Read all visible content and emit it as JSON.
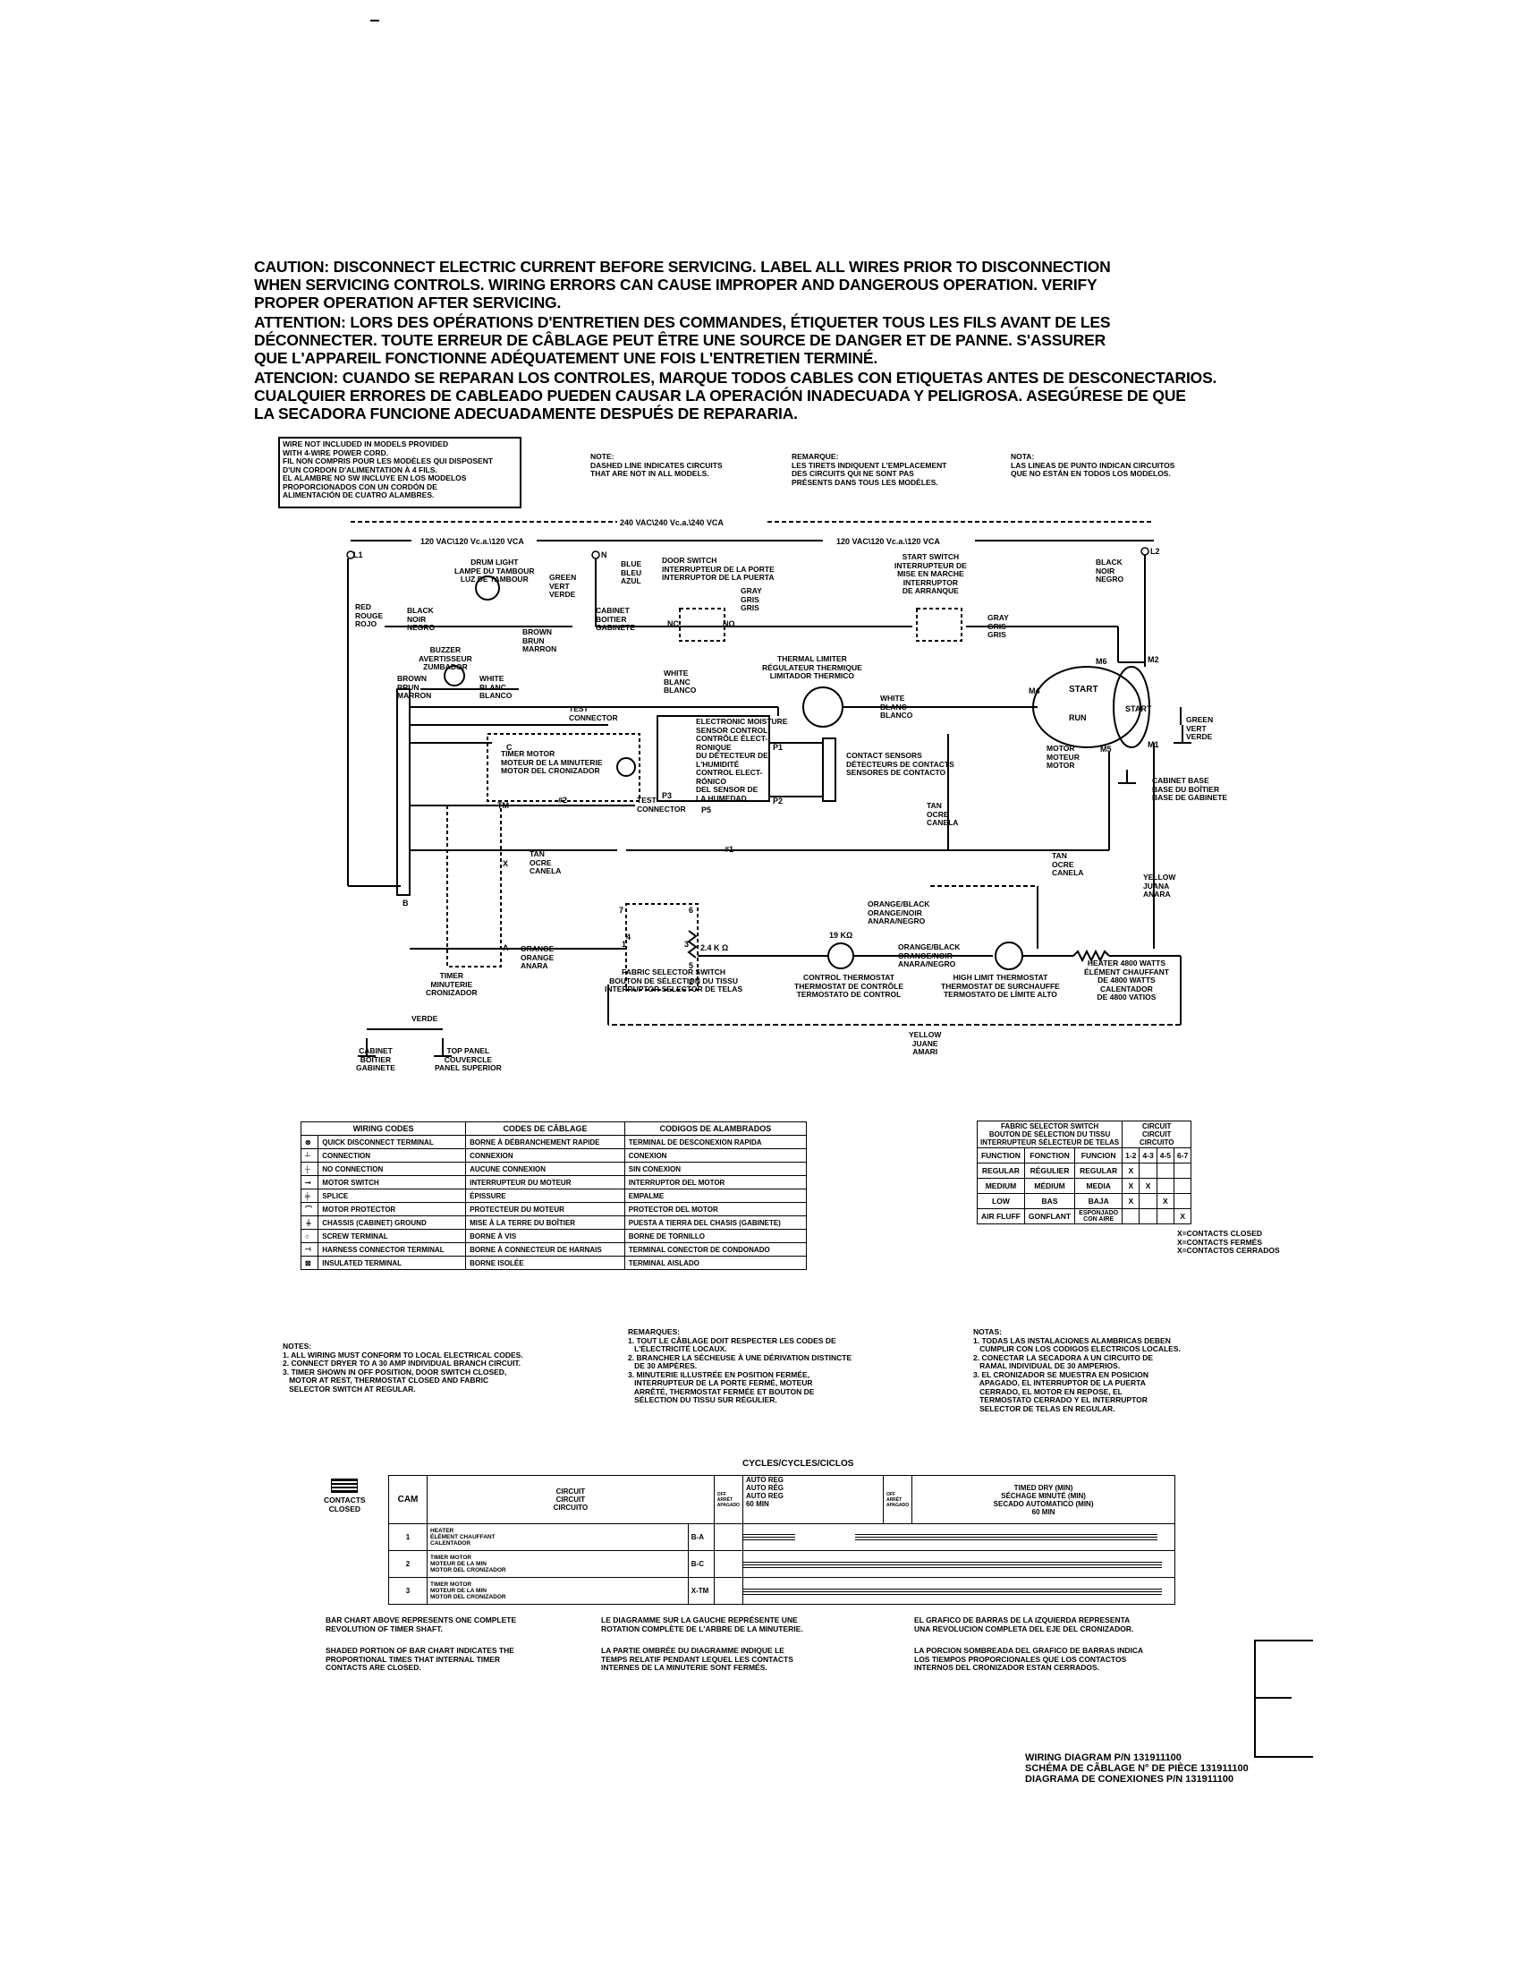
{
  "caution": {
    "en": "CAUTION: DISCONNECT ELECTRIC CURRENT BEFORE SERVICING. LABEL ALL WIRES PRIOR TO DISCONNECTION\nWHEN SERVICING CONTROLS. WIRING ERRORS CAN CAUSE IMPROPER AND DANGEROUS OPERATION. VERIFY\nPROPER OPERATION AFTER SERVICING.",
    "fr": "ATTENTION: LORS DES OPÉRATIONS D'ENTRETIEN DES COMMANDES, ÉTIQUETER TOUS LES FILS AVANT DE LES\nDÉCONNECTER. TOUTE ERREUR DE CÂBLAGE PEUT ÊTRE UNE SOURCE DE DANGER ET DE PANNE. S'ASSURER\nQUE L'APPAREIL FONCTIONNE ADÉQUATEMENT UNE FOIS L'ENTRETIEN TERMINÉ.",
    "es": "ATENCION: CUANDO SE REPARAN LOS CONTROLES, MARQUE TODOS CABLES CON ETIQUETAS ANTES DE DESCONECTARIOS.\nCUALQUIER ERRORES DE CABLEADO PUEDEN CAUSAR LA OPERACIÓN INADECUADA Y PELIGROSA. ASEGÚRESE DE QUE\nLA SECADORA FUNCIONE ADECUADAMENTE DESPUÉS DE REPARARIA."
  },
  "wire_note_box": "WIRE NOT INCLUDED IN MODELS PROVIDED\nWITH 4-WIRE POWER CORD.\nFIL NON COMPRIS POUR LES MODÈLES QUI DISPOSENT\nD'UN CORDON D'ALIMENTATION À 4 FILS.\nEL ALAMBRE NO SW INCLUYE EN LOS MODELOS\nPROPORCIONADOS CON UN CORDÓN DE\nALIMENTACIÓN DE CUATRO ALAMBRES.",
  "dash_notes": {
    "en": "NOTE:\nDASHED LINE INDICATES CIRCUITS\nTHAT ARE NOT IN ALL MODELS.",
    "fr": "REMARQUE:\nLES TIRETS INDIQUENT L'EMPLACEMENT\nDES CIRCUITS QUI NE SONT PAS\nPRÉSENTS DANS TOUS LES MODÈLES.",
    "es": "NOTA:\nLAS LINEAS DE PUNTO INDICAN CIRCUITOS\nQUE NO ESTÁN EN TODOS LOS MODELOS."
  },
  "schematic": {
    "v240": "240 VAC\\240 Vc.a.\\240 VCA",
    "v120_left": "120 VAC\\120 Vc.a.\\120 VCA",
    "v120_right": "120 VAC\\120 Vc.a.\\120 VCA",
    "l1": "L1",
    "l2": "L2",
    "n": "N",
    "drum_light": "DRUM LIGHT\nLAMPE DU TAMBOUR\nLUZ DE TAMBOUR",
    "green": "GREEN\nVERT\nVERDE",
    "blue": "BLUE\nBLEU\nAZUL",
    "door_switch": "DOOR SWITCH\nINTERRUPTEUR DE LA PORTE\nINTERRUPTOR DE LA PUERTA",
    "start_switch": "START SWITCH\nINTERRUPTEUR DE\nMISE EN MARCHE\nINTERRUPTOR\nDE ARRANQUE",
    "black_top": "BLACK\nNOIR\nNEGRO",
    "red": "RED\nROUGE\nROJO",
    "black_left": "BLACK\nNOIR\nNEGRO",
    "brown": "BROWN\nBRUN\nMARRON",
    "cabinet": "CABINET\nBOITIER\nGABINETE",
    "gray1": "GRAY\nGRIS\nGRIS",
    "gray2": "GRAY\nGRIS\nGRIS",
    "buzzer": "BUZZER\nAVERTISSEUR\nZUMBADOR",
    "brown_small": "BROWN\nBRUN\nMARRON",
    "white_small": "WHITE\nBLANC\nBLANCO",
    "white_mid": "WHITE\nBLANC\nBLANCO",
    "thermal_limiter": "THERMAL LIMITER\nRÉGULATEUR THERMIQUE\nLIMITADOR THERMICO",
    "white_motor": "WHITE\nBLANC\nBLANCO",
    "start": "START",
    "run": "RUN",
    "green_right": "GREEN\nVERT\nVERDE",
    "test_connector": "TEST\nCONNECTOR",
    "moisture": "ELECTRONIC MOISTURE\nSENSOR CONTROL\nCONTRÔLE ÉLECT-\nRONIQUE\nDU DÉTECTEUR DE\nL'HUMIDITÉ\nCONTROL ELECT-\nRÓNICO\nDEL SENSOR DE\nLA HUMEDAD",
    "timer_motor": "TIMER MOTOR\nMOTEUR DE LA MINUTERIE\nMOTOR DEL CRONIZADOR",
    "contact_sensors": "CONTACT SENSORS\nDÉTECTEURS DE CONTACTS\nSENSORES DE CONTACTO",
    "motor": "MOTOR\nMOTEUR\nMOTOR",
    "cabinet_base": "CABINET BASE\nBASE DU BOÎTIER\nBASE DE GABINETE",
    "tan1": "TAN\nOCRE\nCANELA",
    "tan2": "TAN\nOCRE\nCANELA",
    "tan3": "TAN\nOCRE\nCANELA",
    "yellow": "YELLOW\nJUANA\nANARA",
    "orange": "ORANGE\nORANGE\nANARA",
    "resistor": "2.4 K Ω",
    "fabric_switch": "FABRIC SELECTOR SWITCH\nBOUTON DE SÉLECTION DU TISSU\nINTERRUPTOR SELECTOR DE TELAS",
    "control_thermostat": "CONTROL THERMOSTAT\nTHERMOSTAT DE CONTRÔLE\nTERMOSTATO DE CONTROL",
    "high_limit": "HIGH LIMIT THERMOSTAT\nTHERMOSTAT DE SURCHAUFFE\nTERMOSTATO DE LÍMITE ALTO",
    "heater": "HEATER 4800 WATTS\nÉLÉMENT CHAUFFANT\nDE 4800 WATTS\nCALENTADOR\nDE 4800 VATIOS",
    "orange_black": "ORANGE/BLACK\nORANGE/NOIR\nANARA/NEGRO",
    "timer": "TIMER\nMINUTERIE\nCRONIZADOR",
    "verde": "VERDE",
    "cabinet_gnd": "CABINET\nBOÎTIER\nGABINETE",
    "top_panel": "TOP PANEL\nCOUVERCLE\nPANEL SUPERIOR",
    "yellow_bottom": "YELLOW\nJUANE\nAMARI",
    "m1": "M1",
    "m2": "M2",
    "m4": "M4",
    "m5": "M5",
    "m6": "M6",
    "p1": "P1",
    "p2": "P2",
    "p3": "P3",
    "p5": "P5",
    "c": "C",
    "nc": "NC",
    "no": "NO",
    "x": "X",
    "a": "A",
    "b": "B",
    "tm": "TM",
    "t1": "#2",
    "t2": "#1",
    "n1": "1",
    "n2": "2",
    "n3": "3",
    "n4": "4",
    "n5": "5",
    "n6": "6",
    "n7": "7",
    "k19": "19 KΩ"
  },
  "wiring_codes": {
    "headers": [
      "WIRING CODES",
      "CODES DE CÂBLAGE",
      "CODIGOS DE ALAMBRADOS"
    ],
    "rows": [
      [
        "⊗",
        "QUICK DISCONNECT TERMINAL",
        "BORNE À DÉBRANCHEMENT RAPIDE",
        "TERMINAL DE DESCONEXION RAPIDA"
      ],
      [
        "┴",
        "CONNECTION",
        "CONNEXION",
        "CONEXION"
      ],
      [
        "┼",
        "NO CONNECTION",
        "AUCUNE CONNEXION",
        "SIN CONEXION"
      ],
      [
        "⊸",
        "MOTOR SWITCH",
        "INTERRUPTEUR DU MOTEUR",
        "INTERRUPTOR DEL MOTOR"
      ],
      [
        "╪",
        "SPLICE",
        "ÉPISSURE",
        "EMPALME"
      ],
      [
        "⌒",
        "MOTOR PROTECTOR",
        "PROTECTEUR DU MOTEUR",
        "PROTECTOR DEL MOTOR"
      ],
      [
        "⏚",
        "CHASSIS (CABINET) GROUND",
        "MISE À LA TERRE DU BOÎTIER",
        "PUESTA A TIERRA DEL CHASIS (GABINETE)"
      ],
      [
        "○",
        "SCREW TERMINAL",
        "BORNE À VIS",
        "BORNE DE TORNILLO"
      ],
      [
        "⟞",
        "HARNESS CONNECTOR TERMINAL",
        "BORNE À CONNECTEUR DE HARNAIS",
        "TERMINAL CONECTOR DE CONDONADO"
      ],
      [
        "⊠",
        "INSULATED TERMINAL",
        "BORNE ISOLÉE",
        "TERMINAL AISLADO"
      ]
    ]
  },
  "fabric_table": {
    "title": "FABRIC SELECTOR SWITCH\nBOUTON DE SÉLECTION DU TISSU\nINTERRUPTEUR SÉLECTEUR DE TELAS",
    "circuit": "CIRCUIT\nCIRCUIT\nCIRCUITO",
    "cols": [
      "FUNCTION",
      "FONCTION",
      "FUNCION",
      "1-2",
      "4-3",
      "4-5",
      "6-7"
    ],
    "rows": [
      [
        "REGULAR",
        "RÉGULIER",
        "REGULAR",
        "X",
        "",
        "",
        ""
      ],
      [
        "MEDIUM",
        "MÉDIUM",
        "MEDIA",
        "X",
        "X",
        "",
        ""
      ],
      [
        "LOW",
        "BAS",
        "BAJA",
        "X",
        "",
        "X",
        ""
      ],
      [
        "AIR FLUFF",
        "GONFLANT",
        "ESPONJADO\nCON AIRE",
        "",
        "",
        "",
        "X"
      ]
    ],
    "legend": "X=CONTACTS CLOSED\nX=CONTACTS FERMÉS\nX=CONTACTOS CERRADOS"
  },
  "notes": {
    "en": "NOTES:\n1. ALL WIRING MUST CONFORM TO LOCAL ELECTRICAL CODES.\n2. CONNECT DRYER TO A 30 AMP INDIVIDUAL BRANCH CIRCUIT.\n3. TIMER SHOWN IN OFF POSITION, DOOR SWITCH CLOSED,\n   MOTOR AT REST, THERMOSTAT CLOSED AND FABRIC\n   SELECTOR SWITCH AT REGULAR.",
    "fr": "REMARQUES:\n1. TOUT LE CÂBLAGE DOIT RESPECTER LES CODES DE\n   L'ÉLECTRICITÉ LOCAUX.\n2. BRANCHER LA SÉCHEUSE À UNE DÉRIVATION DISTINCTE\n   DE 30 AMPÈRES.\n3. MINUTERIE ILLUSTRÉE EN POSITION FERMÉE,\n   INTERRUPTEUR DE LA PORTE FERMÉ, MOTEUR\n   ARRÊTÉ, THERMOSTAT FERMÉE ET BOUTON DE\n   SÉLECTION DU TISSU SUR RÉGULIER.",
    "es": "NOTAS:\n1. TODAS LAS INSTALACIONES ALAMBRICAS DEBEN\n   CUMPLIR CON LOS CODIGOS ELECTRICOS LOCALES.\n2. CONECTAR LA SECADORA A UN CIRCUITO DE\n   RAMAL INDIVIDUAL DE 30 AMPERIOS.\n3. EL CRONIZADOR SE MUESTRA EN POSICION\n   APAGADO, EL INTERRUPTOR DE LA PUERTA\n   CERRADO, EL MOTOR EN REPOSE, EL\n   TERMOSTATO CERRADO Y EL INTERRUPTOR\n   SELECTOR DE TELAS EN REGULAR."
  },
  "cycles": {
    "title": "CYCLES/CYCLES/CICLOS",
    "contacts_closed": "CONTACTS\nCLOSED",
    "cam": "CAM",
    "circuit": "CIRCUIT\nCIRCUIT\nCIRCUITO",
    "off": "OFF\nARRÊT\nAPAGADO",
    "auto": "AUTO REG\nAUTO RÉG\nAUTO REG\n60 MIN",
    "timed": "TIMED DRY (MIN)\nSÉCHAGE MINUTÉ (MIN)\nSECADO AUTOMATICO (MIN)\n60 MIN",
    "rows": [
      {
        "cam": "1",
        "desc": "HEATER\nÉLÉMENT CHAUFFANT\nCALENTADOR",
        "contact": "B-A"
      },
      {
        "cam": "2",
        "desc": "TIMER MOTOR\nMOTEUR DE LA MIN\nMOTOR DEL CRONIZADOR",
        "contact": "B-C"
      },
      {
        "cam": "3",
        "desc": "TIMER MOTOR\nMOTEUR DE LA MIN\nMOTOR DEL CRONIZADOR",
        "contact": "X-TM"
      }
    ]
  },
  "bar_notes": {
    "en1": "BAR CHART ABOVE REPRESENTS ONE COMPLETE\nREVOLUTION OF TIMER SHAFT.",
    "en2": "SHADED PORTION OF BAR CHART INDICATES THE\nPROPORTIONAL TIMES THAT INTERNAL TIMER\nCONTACTS ARE CLOSED.",
    "fr1": "LE DIAGRAMME SUR LA GAUCHE REPRÉSENTE UNE\nROTATION COMPLÈTE DE L'ARBRE DE LA MINUTERIE.",
    "fr2": "LA PARTIE OMBRÉE DU DIAGRAMME INDIQUE LE\nTEMPS RELATIF PENDANT LEQUEL LES CONTACTS\nINTERNES DE LA MINUTERIE SONT FERMÉS.",
    "es1": "EL GRAFICO DE BARRAS DE LA IZQUIERDA REPRESENTA\nUNA REVOLUCION COMPLETA DEL EJE DEL CRONIZADOR.",
    "es2": "LA PORCION SOMBREADA DEL GRAFICO DE BARRAS INDICA\nLOS TIEMPOS PROPORCIONALES QUE LOS CONTACTOS\nINTERNOS DEL CRONIZADOR ESTAN CERRADOS."
  },
  "part_number": "WIRING DIAGRAM P/N 131911100\nSCHÉMA DE CÂBLAGE N° DE PIÈCE 131911100\nDIAGRAMA DE CONEXIONES P/N 131911100",
  "corner_letter": "E"
}
